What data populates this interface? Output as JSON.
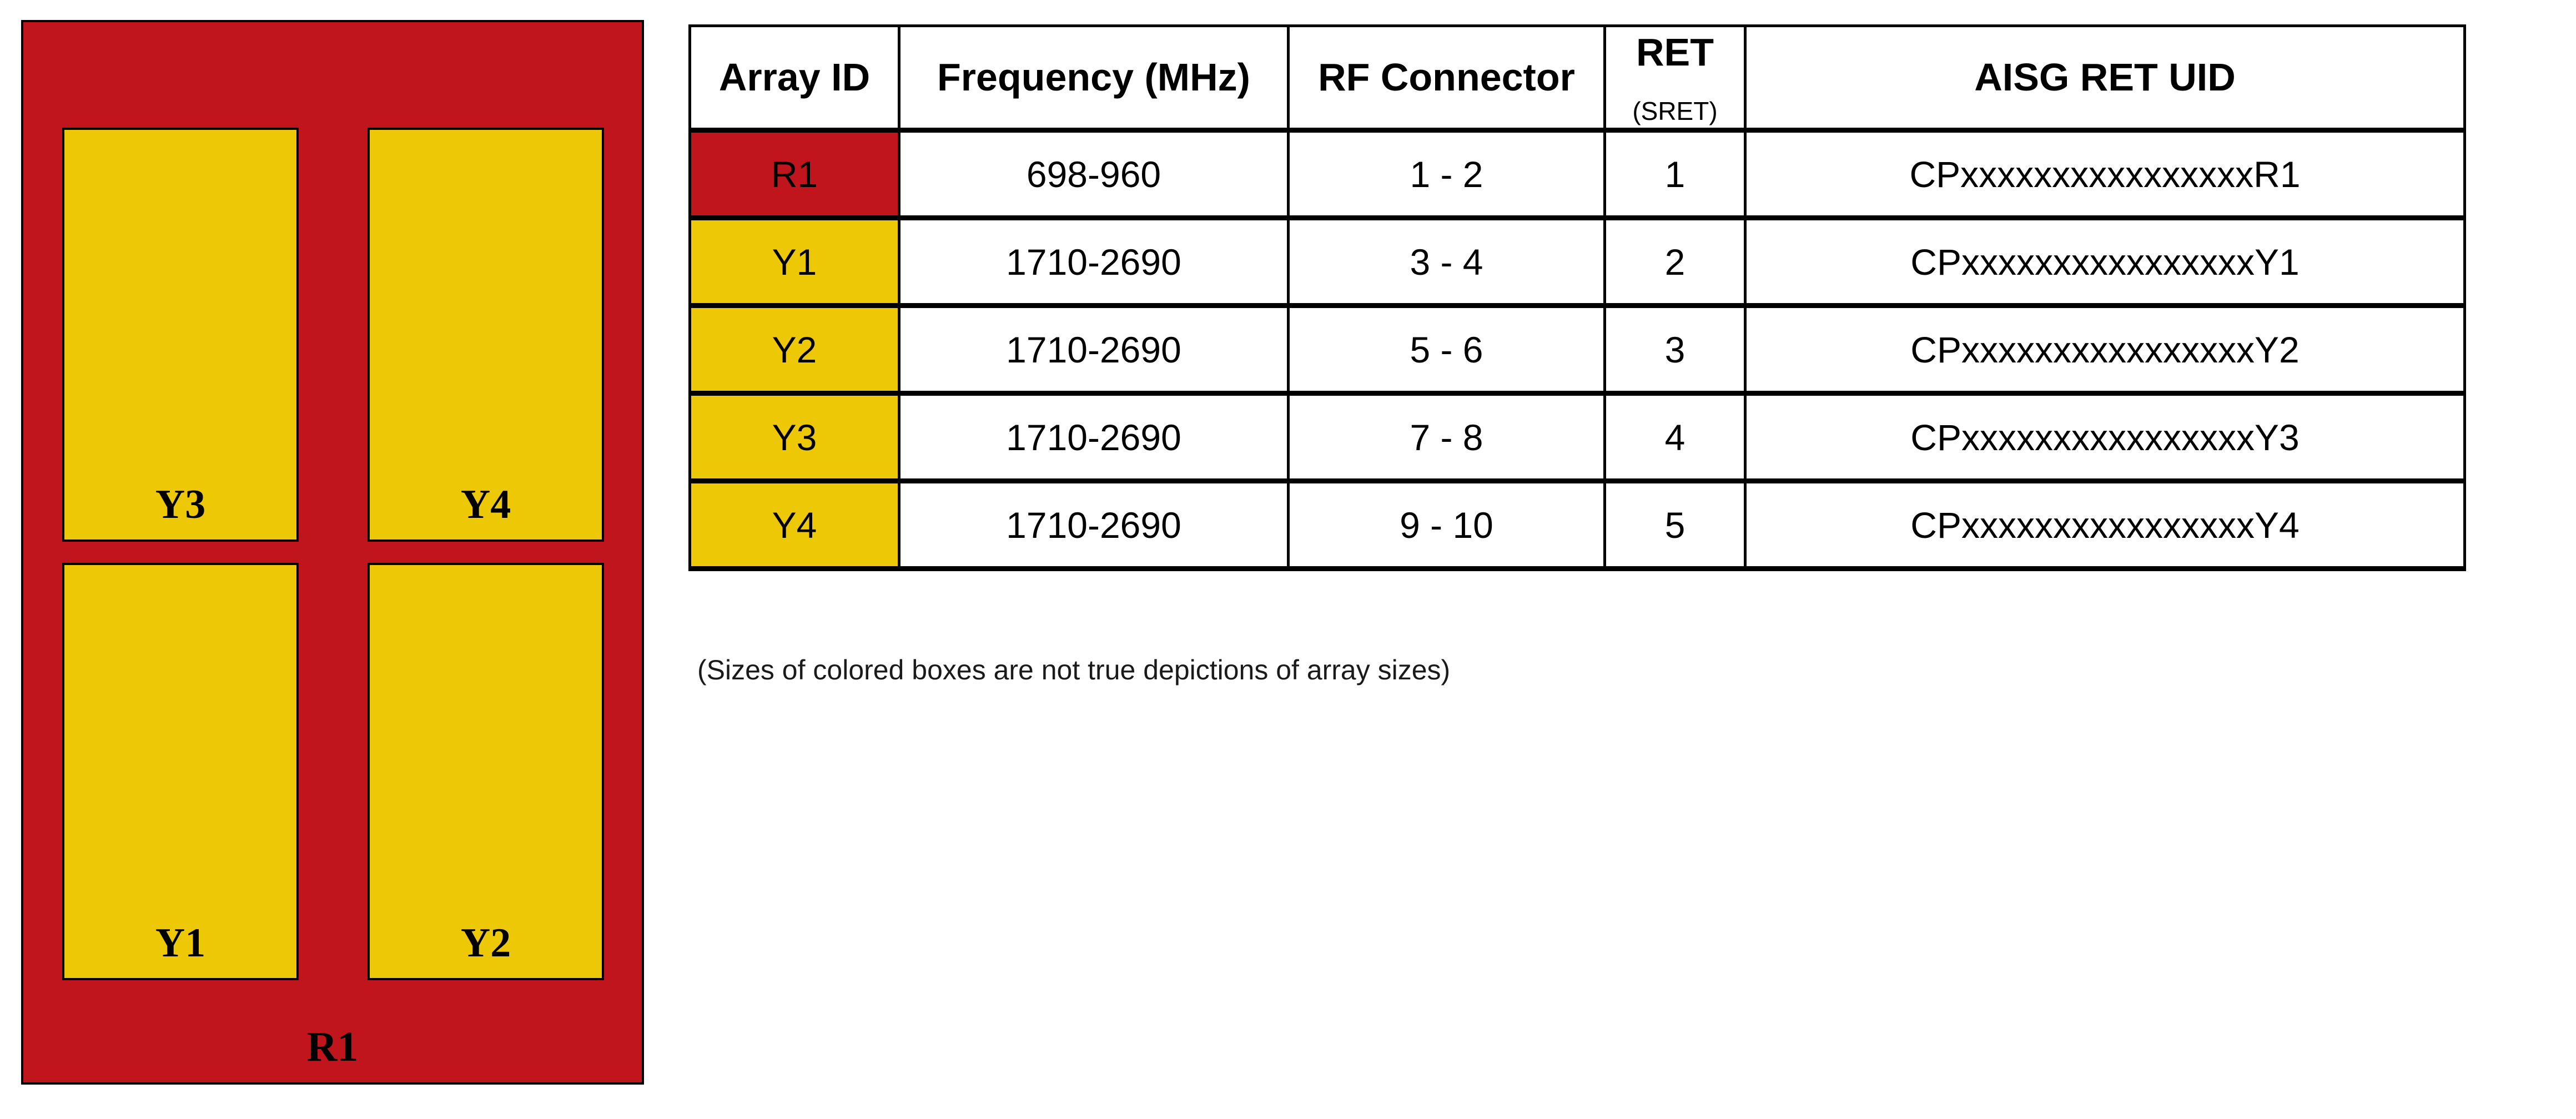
{
  "diagram": {
    "panel_label": "R1",
    "panel_color": "#C1151D",
    "array_color": "#EDC807",
    "arrays": [
      {
        "label": "Y3"
      },
      {
        "label": "Y4"
      },
      {
        "label": "Y1"
      },
      {
        "label": "Y2"
      }
    ]
  },
  "table": {
    "columns": [
      "Array ID",
      "Frequency (MHz)",
      "RF Connector",
      "RET",
      "AISG RET UID"
    ],
    "ret_subheader": "(SRET)",
    "rows": [
      {
        "array_id": "R1",
        "color": "#C1151D",
        "frequency": "698-960",
        "rf_connector": "1 - 2",
        "ret": "1",
        "aisg_ret_uid": "CPxxxxxxxxxxxxxxxxR1"
      },
      {
        "array_id": "Y1",
        "color": "#EDC807",
        "frequency": "1710-2690",
        "rf_connector": "3 - 4",
        "ret": "2",
        "aisg_ret_uid": "CPxxxxxxxxxxxxxxxxY1"
      },
      {
        "array_id": "Y2",
        "color": "#EDC807",
        "frequency": "1710-2690",
        "rf_connector": "5 - 6",
        "ret": "3",
        "aisg_ret_uid": "CPxxxxxxxxxxxxxxxxY2"
      },
      {
        "array_id": "Y3",
        "color": "#EDC807",
        "frequency": "1710-2690",
        "rf_connector": "7 - 8",
        "ret": "4",
        "aisg_ret_uid": "CPxxxxxxxxxxxxxxxxY3"
      },
      {
        "array_id": "Y4",
        "color": "#EDC807",
        "frequency": "1710-2690",
        "rf_connector": "9 - 10",
        "ret": "5",
        "aisg_ret_uid": "CPxxxxxxxxxxxxxxxxY4"
      }
    ]
  },
  "note": "(Sizes of colored boxes are not true depictions of array sizes)"
}
